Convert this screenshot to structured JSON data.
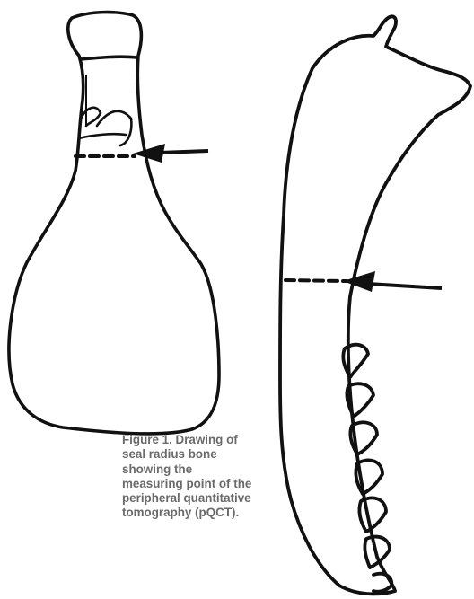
{
  "figure": {
    "caption_lines": [
      "Figure 1. Drawing of",
      "seal radius bone",
      "showing the",
      "measuring point of the",
      "peripheral quantitative",
      "tomography (pQCT)."
    ],
    "stroke_color": "#111111",
    "caption_color": "#6a6a6a",
    "drawings": [
      "radius-bone-drawing",
      "jaw-bone-drawing"
    ],
    "markers": [
      "arrow-icon",
      "arrow-icon"
    ]
  }
}
